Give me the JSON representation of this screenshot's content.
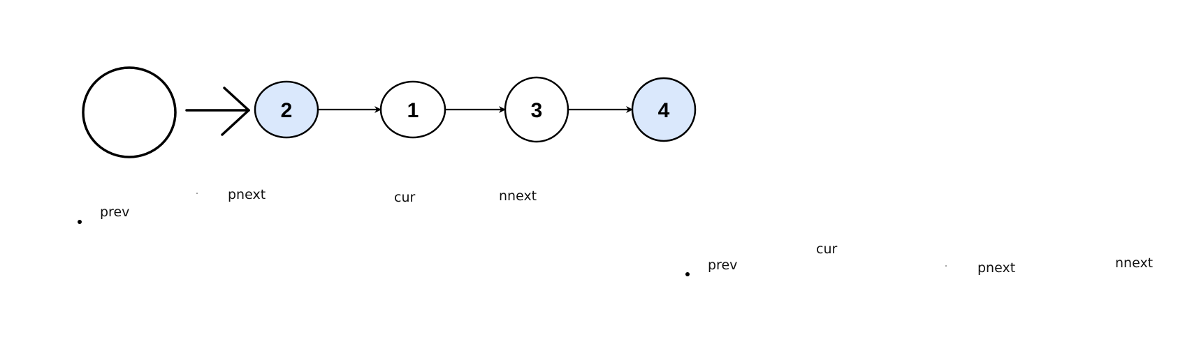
{
  "diagram": {
    "nodes": [
      {
        "label": "",
        "fill": "#ffffff",
        "style": "hand-drawn"
      },
      {
        "label": "2",
        "fill": "#dae8fc"
      },
      {
        "label": "1",
        "fill": "#ffffff"
      },
      {
        "label": "3",
        "fill": "#ffffff"
      },
      {
        "label": "4",
        "fill": "#dae8fc"
      }
    ],
    "edges": [
      {
        "from": 0,
        "to": 1,
        "style": "hand-drawn"
      },
      {
        "from": 1,
        "to": 2
      },
      {
        "from": 2,
        "to": 3
      },
      {
        "from": 3,
        "to": 4
      }
    ],
    "pointers_row1": {
      "prev": "prev",
      "pnext": "pnext",
      "cur": "cur",
      "nnext": "nnext"
    },
    "pointers_row2": {
      "prev": "prev",
      "cur": "cur",
      "pnext": "pnext",
      "nnext": "nnext"
    },
    "colors": {
      "stroke": "#000000",
      "highlight_fill": "#dae8fc"
    }
  }
}
